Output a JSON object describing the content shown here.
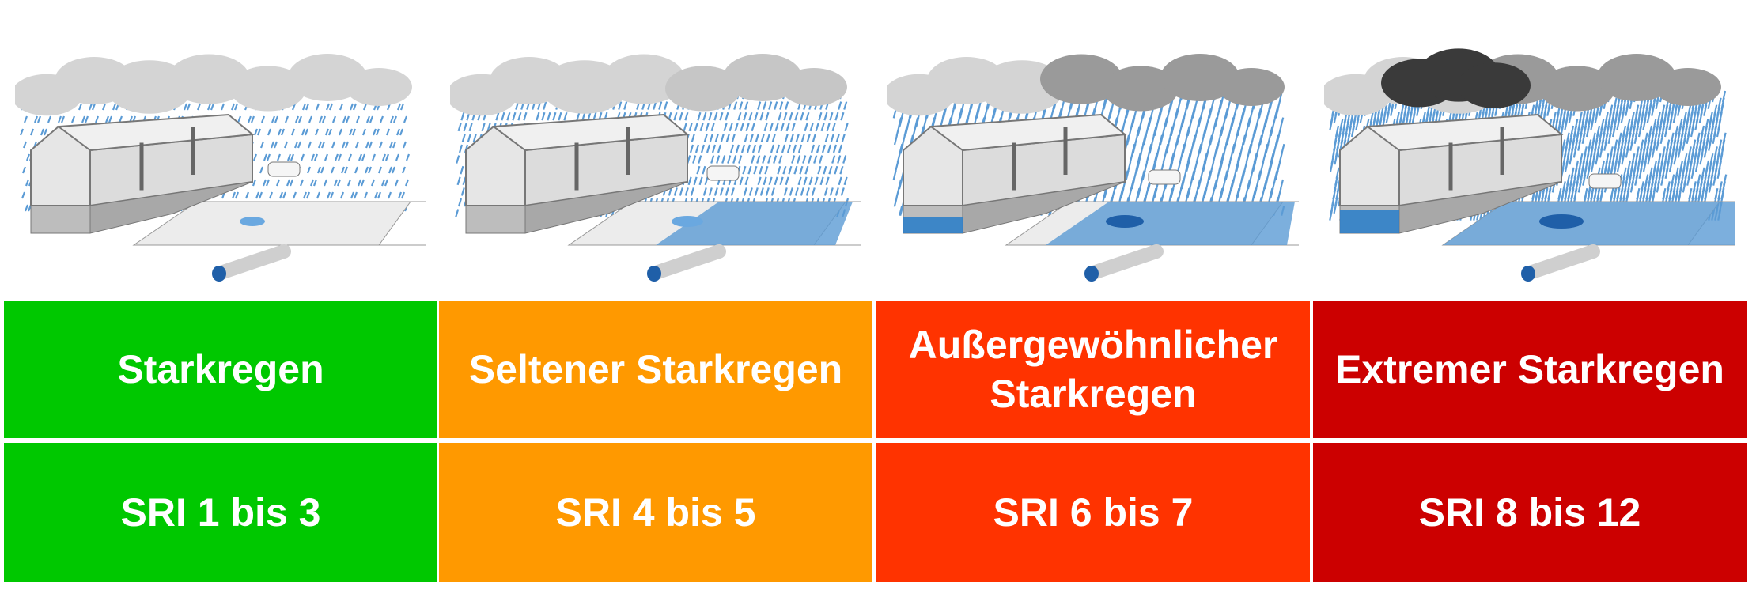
{
  "categories": [
    {
      "title": "Starkregen",
      "range": "SRI 1 bis 3",
      "color": "#00c800"
    },
    {
      "title": "Seltener Starkregen",
      "range": "SRI 4 bis 5",
      "color": "#ff9900"
    },
    {
      "title": "Außergewöhnlicher Starkregen",
      "range": "SRI 6 bis 7",
      "color": "#ff3300"
    },
    {
      "title": "Extremer Starkregen",
      "range": "SRI 8 bis 12",
      "color": "#cc0000"
    }
  ]
}
